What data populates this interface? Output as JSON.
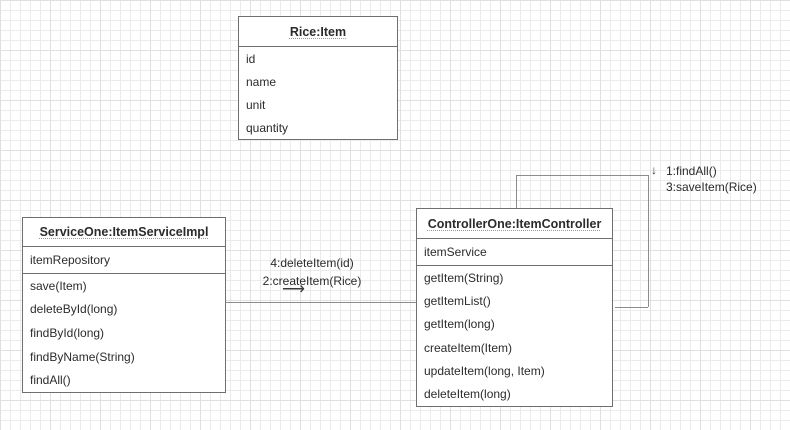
{
  "canvas": {
    "background": "#ffffff",
    "grid_minor_color": "#ebebeb",
    "grid_major_color": "#e0e0e0"
  },
  "colors": {
    "box_border": "#6f6f6f",
    "connector": "#8c8c8c",
    "text": "#2b2b2b"
  },
  "boxes": {
    "rice": {
      "title": "Rice:Item",
      "fields": [
        "id",
        "name",
        "unit",
        "quantity"
      ]
    },
    "service": {
      "title": "ServiceOne:ItemServiceImpl",
      "attribute": "itemRepository",
      "methods": [
        "save(Item)",
        "deleteById(long)",
        "findById(long)",
        "findByName(String)",
        "findAll()"
      ]
    },
    "controller": {
      "title": "ControllerOne:ItemController",
      "attribute": "itemService",
      "methods": [
        "getItem(String)",
        "getItemList()",
        "getItem(long)",
        "createItem(Item)",
        "updateItem(long, Item)",
        "deleteItem(long)"
      ]
    }
  },
  "edges": {
    "service_to_controller": {
      "label_line1": "4:deleteItem(id)",
      "label_line2": "2:createItem(Rice)",
      "direction_icon": "⟶"
    },
    "controller_self_loop": {
      "direction_icon": "↓",
      "label_line1": "1:findAll()",
      "label_line2": "3:saveItem(Rice)"
    }
  }
}
